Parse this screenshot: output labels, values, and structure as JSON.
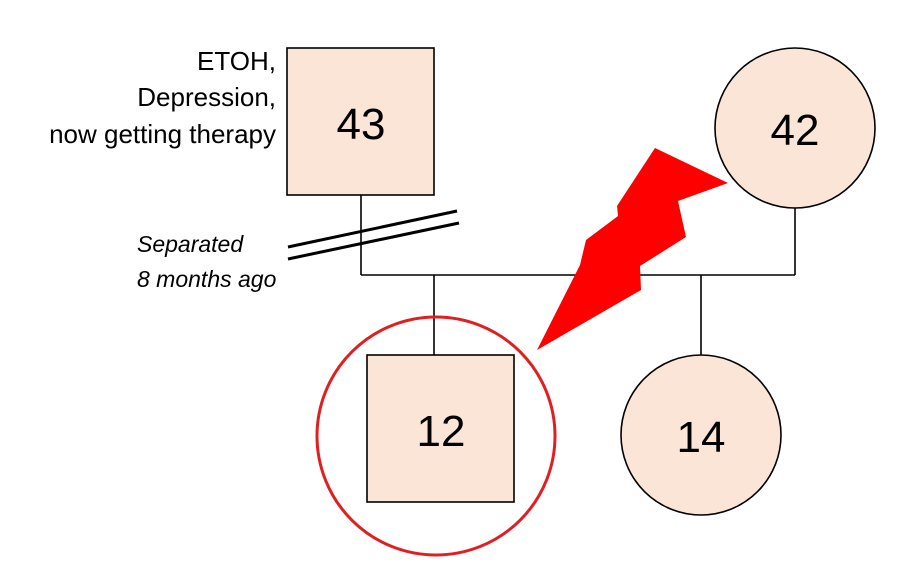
{
  "genogram": {
    "father": {
      "age": "43",
      "note_lines": [
        "ETOH,",
        "Depression,",
        "now getting therapy"
      ]
    },
    "mother": {
      "age": "42"
    },
    "separation": {
      "lines": [
        "Separated",
        "8 months ago"
      ]
    },
    "son": {
      "age": "12",
      "identified_patient": true
    },
    "daughter": {
      "age": "14"
    },
    "colors": {
      "fill": "#fbe5d6",
      "stroke": "#000000",
      "conflict": "#ff0000",
      "highlight": "#e02020"
    },
    "icons": {
      "conflict": "lightning-bolt-icon"
    }
  }
}
